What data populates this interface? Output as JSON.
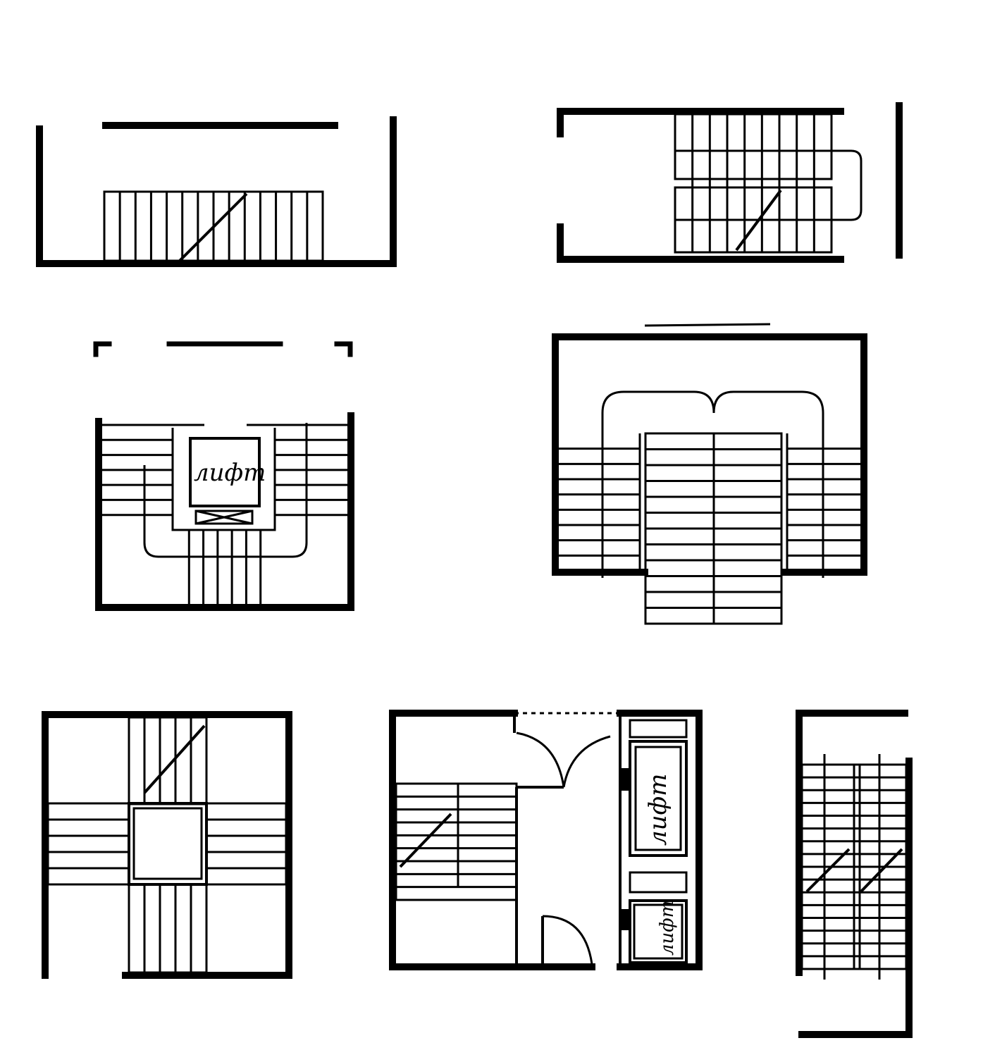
{
  "labels": {
    "lift_1": "лифт",
    "lift_2": "лифт",
    "lift_3": "лифт"
  }
}
